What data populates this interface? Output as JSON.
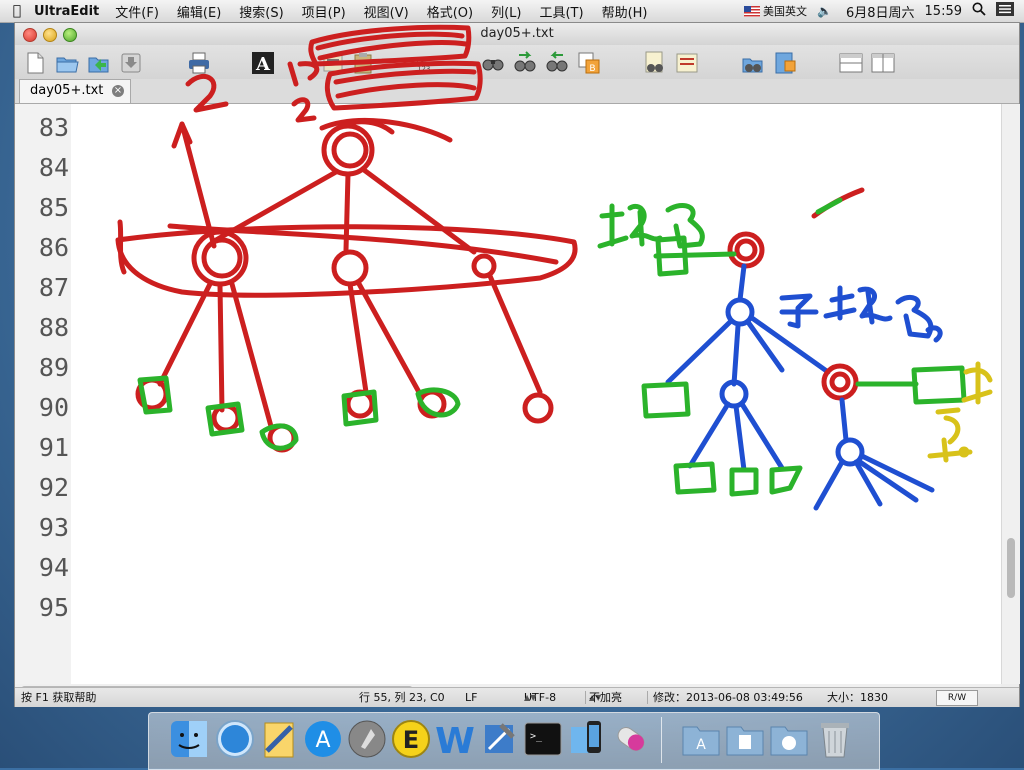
{
  "menubar": {
    "app": "UltraEdit",
    "menus": [
      "文件(F)",
      "编辑(E)",
      "搜索(S)",
      "项目(P)",
      "视图(V)",
      "格式(O)",
      "列(L)",
      "工具(T)",
      "帮助(H)"
    ],
    "input_source": "美国英文",
    "date": "6月8日周六",
    "time": "15:59"
  },
  "window": {
    "title": "day05+.txt",
    "tab_label": "day05+.txt"
  },
  "editor": {
    "line_numbers": [
      "83",
      "84",
      "85",
      "86",
      "87",
      "88",
      "89",
      "90",
      "91",
      "92",
      "93",
      "94",
      "95"
    ]
  },
  "annotations": {
    "left_tree_labels": [
      "2",
      "1",
      "2"
    ],
    "right_tree_labels": [
      "地名",
      "子地名"
    ]
  },
  "status": {
    "help": "按 F1 获取帮助",
    "position": "行 55, 列 23, C0",
    "line_ending": "LF",
    "encoding": "UTF-8",
    "highlight": "不加亮",
    "modified": "修改：2013-06-08 03:49:56",
    "size": "大小：1830",
    "mode": "R/W"
  },
  "colors": {
    "red_ink": "#cc1f1f",
    "green_ink": "#2bb32b",
    "blue_ink": "#1f4fd1",
    "yellow_ink": "#d8c21a"
  }
}
